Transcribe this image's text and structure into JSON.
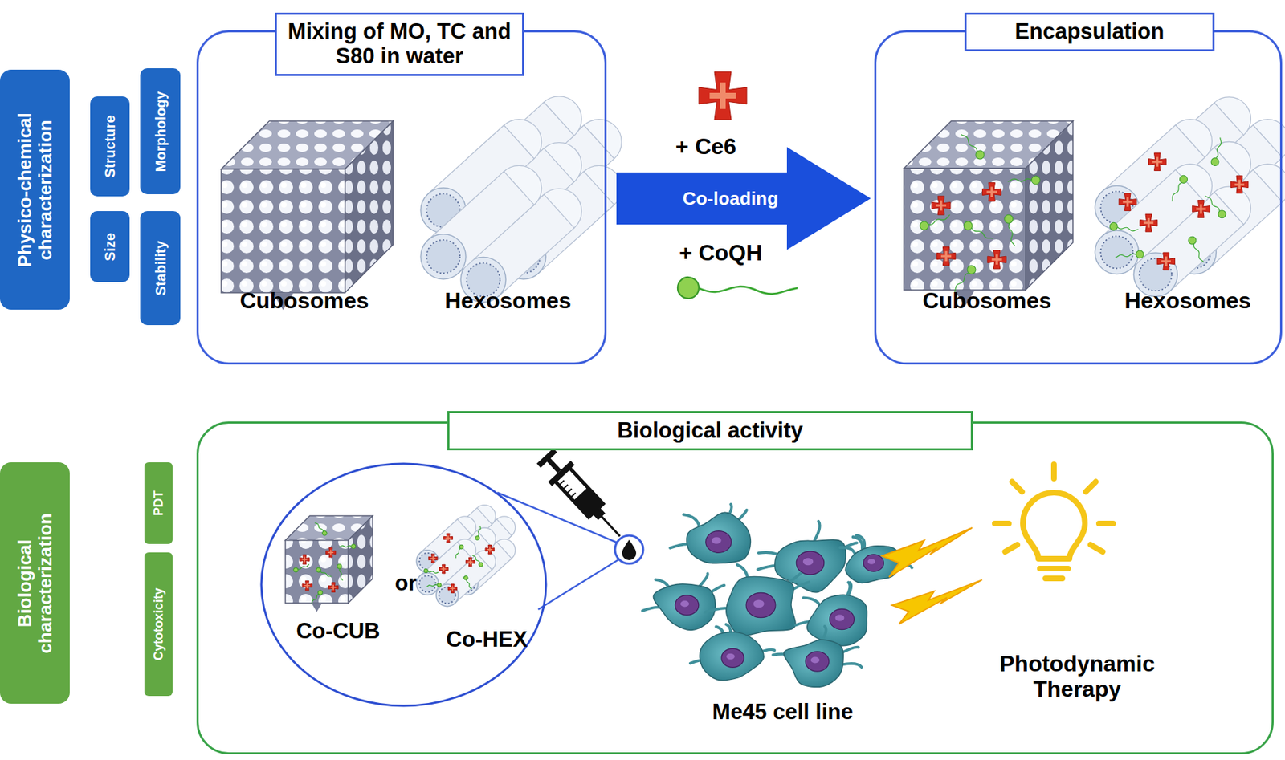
{
  "diagram": {
    "nodes": [
      {
        "text": [
          "Physico-chemical characterization"
        ]
      },
      {
        "text": [
          "Structure"
        ]
      },
      {
        "text": [
          "Morphology"
        ]
      },
      {
        "text": [
          "Size"
        ]
      },
      {
        "text": [
          "Stability"
        ]
      },
      {
        "text": [
          "Mixing of MO, TC and S80 in water"
        ]
      },
      {
        "text": [
          "Co-loading"
        ]
      },
      {
        "text": [
          "Encapsulation"
        ]
      },
      {
        "text": [
          "Biological characterization"
        ]
      },
      {
        "text": [
          "PDT"
        ]
      },
      {
        "text": [
          "Cytotoxicity"
        ]
      },
      {
        "text": [
          "Biological activity"
        ]
      },
      {
        "text": [
          "Co-CUB",
          "or",
          "Co-HEX"
        ],
        "in": 11
      }
    ],
    "labels": [
      "Cubosomes",
      "Hexosomes",
      "+ Ce6",
      "+ CoQH",
      "Cubosomes",
      "Hexosomes",
      "Me45 cell line",
      "Photodynamic Therapy"
    ]
  }
}
